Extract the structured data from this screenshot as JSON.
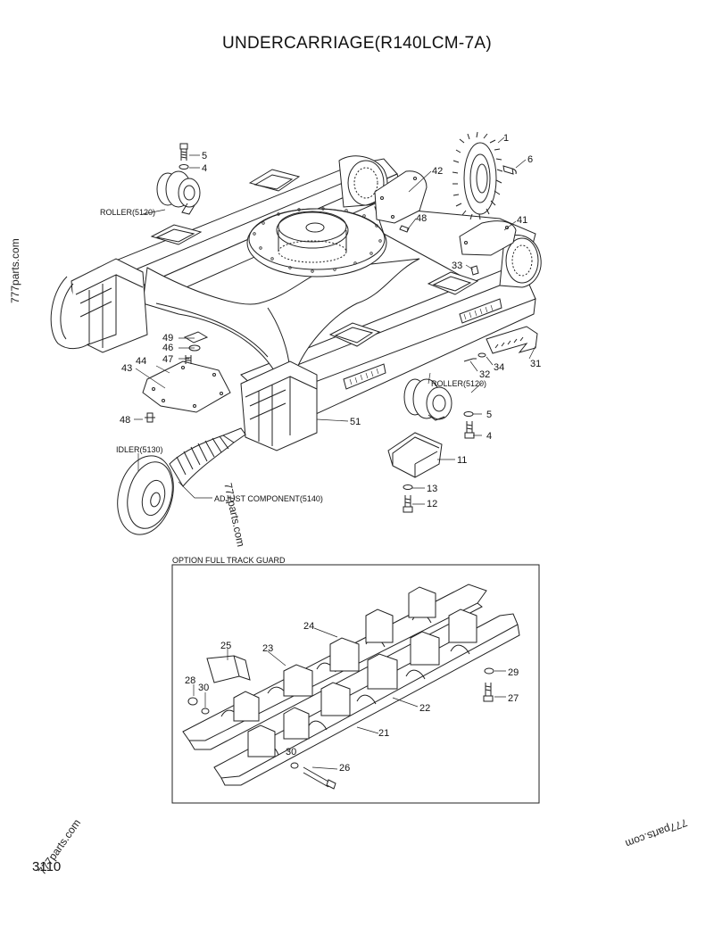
{
  "title": "UNDERCARRIAGE(R140LCM-7A)",
  "page_number": "3110",
  "watermarks": [
    "777parts.com",
    "777parts.com",
    "777parts.com",
    "777parts.com"
  ],
  "labels": {
    "roller_upper": "ROLLER(5120)",
    "roller_lower": "ROLLER(5120)",
    "idler": "IDLER(5130)",
    "adjust": "ADJUST COMPONENT(5140)",
    "option": "OPTION FULL TRACK GUARD"
  },
  "callouts": [
    "1",
    "4",
    "5",
    "6",
    "42",
    "48",
    "41",
    "33",
    "31",
    "34",
    "32",
    "5",
    "4",
    "11",
    "13",
    "12",
    "51",
    "49",
    "46",
    "47",
    "44",
    "43",
    "48",
    "24",
    "25",
    "23",
    "28",
    "30",
    "21",
    "22",
    "29",
    "27",
    "30",
    "26"
  ]
}
